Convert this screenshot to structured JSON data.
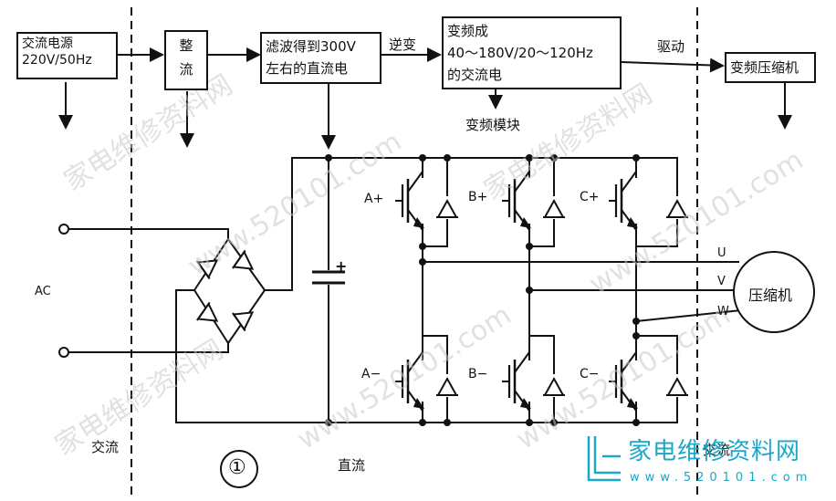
{
  "blocks": {
    "ac_source": [
      "交流电源",
      "220V/50Hz"
    ],
    "rectifier": [
      "整",
      "流"
    ],
    "filter": [
      "滤波得到300V",
      "左右的直流电"
    ],
    "inverter_out": [
      "变频成",
      "40～180V/20～120Hz",
      "的交流电"
    ],
    "compressor_block": "变频压缩机"
  },
  "arrows": {
    "invert": "逆变",
    "drive": "驱动",
    "module": "变频模块"
  },
  "switches": {
    "a_plus": "A+",
    "b_plus": "B+",
    "c_plus": "C+",
    "a_minus": "A−",
    "b_minus": "B−",
    "c_minus": "C−"
  },
  "phases": {
    "u": "U",
    "v": "V",
    "w": "W"
  },
  "capacitor_sign": "+",
  "motor_label": "压缩机",
  "input_label": "AC",
  "zones": {
    "left": "交流",
    "middle": "直流",
    "right": "交流"
  },
  "figure_number": "①",
  "watermarks": [
    "家电维修资料网",
    "www.520101.com",
    "家电维修资料网",
    "www.520101.com",
    "家电维修资料网",
    "www.520101.com",
    "www.520101.com"
  ],
  "logo": {
    "text": "家电维修资料网",
    "url": "www.520101.com"
  }
}
